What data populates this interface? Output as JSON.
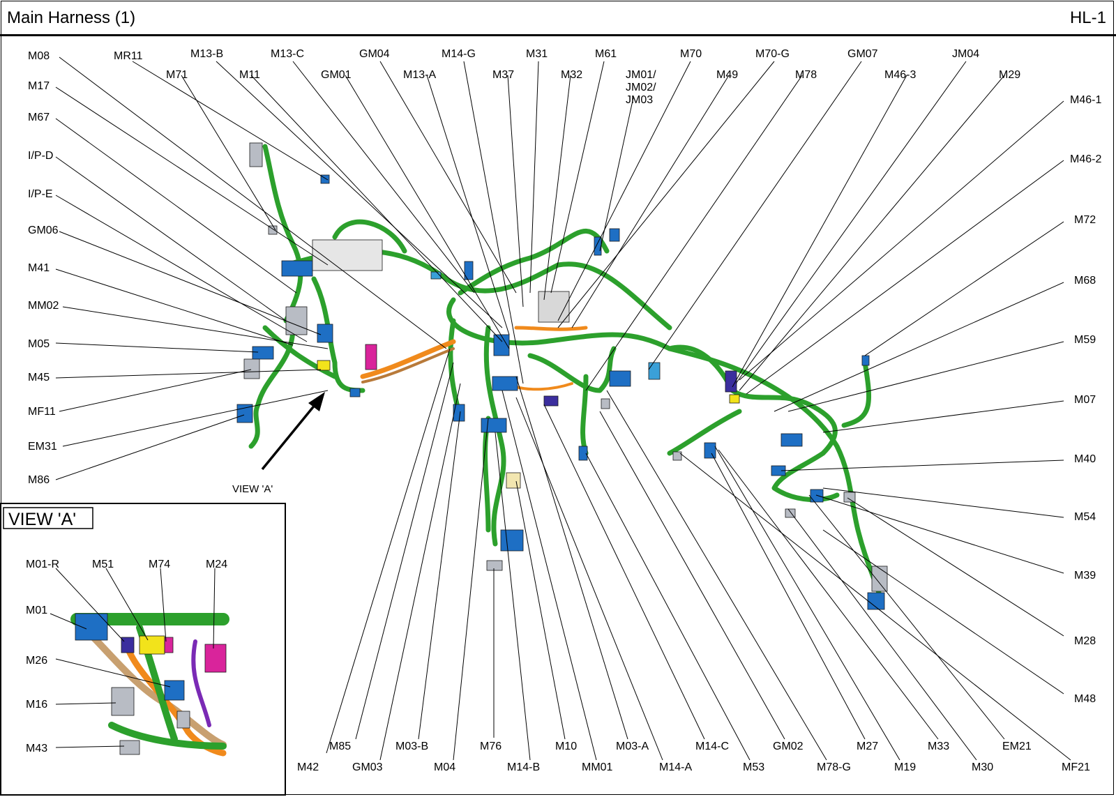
{
  "header": {
    "title": "Main Harness  (1)",
    "page_code": "HL-1"
  },
  "view_arrow_label": "VIEW 'A'",
  "inset": {
    "title": "VIEW 'A'"
  },
  "colors": {
    "harness": "#2ca02c",
    "connector_blue": "#1e6fc4",
    "connector_yellow": "#f2e31b",
    "connector_magenta": "#d9249b",
    "connector_gray": "#b8bcc4",
    "tape_orange": "#f08a1c"
  },
  "labels": [
    {
      "id": "M08",
      "text": "M08"
    },
    {
      "id": "MR11",
      "text": "MR11"
    },
    {
      "id": "M13-B",
      "text": "M13-B"
    },
    {
      "id": "M71",
      "text": "M71"
    },
    {
      "id": "M13-C",
      "text": "M13-C"
    },
    {
      "id": "M11",
      "text": "M11"
    },
    {
      "id": "GM04",
      "text": "GM04"
    },
    {
      "id": "GM01",
      "text": "GM01"
    },
    {
      "id": "M14-G",
      "text": "M14-G"
    },
    {
      "id": "M13-A",
      "text": "M13-A"
    },
    {
      "id": "M31",
      "text": "M31"
    },
    {
      "id": "M37",
      "text": "M37"
    },
    {
      "id": "M61",
      "text": "M61"
    },
    {
      "id": "M32",
      "text": "M32"
    },
    {
      "id": "JM01",
      "text": "JM01/"
    },
    {
      "id": "JM02",
      "text": "JM02/"
    },
    {
      "id": "JM03",
      "text": "JM03"
    },
    {
      "id": "M70",
      "text": "M70"
    },
    {
      "id": "M49",
      "text": "M49"
    },
    {
      "id": "M70-G",
      "text": "M70-G"
    },
    {
      "id": "M78",
      "text": "M78"
    },
    {
      "id": "GM07",
      "text": "GM07"
    },
    {
      "id": "M46-3",
      "text": "M46-3"
    },
    {
      "id": "JM04",
      "text": "JM04"
    },
    {
      "id": "M29",
      "text": "M29"
    },
    {
      "id": "M17",
      "text": "M17"
    },
    {
      "id": "M67",
      "text": "M67"
    },
    {
      "id": "I/P-D",
      "text": "I/P-D"
    },
    {
      "id": "I/P-E",
      "text": "I/P-E"
    },
    {
      "id": "GM06",
      "text": "GM06"
    },
    {
      "id": "M41",
      "text": "M41"
    },
    {
      "id": "MM02",
      "text": "MM02"
    },
    {
      "id": "M05",
      "text": "M05"
    },
    {
      "id": "M45",
      "text": "M45"
    },
    {
      "id": "MF11",
      "text": "MF11"
    },
    {
      "id": "EM31",
      "text": "EM31"
    },
    {
      "id": "M86",
      "text": "M86"
    },
    {
      "id": "M46-1",
      "text": "M46-1"
    },
    {
      "id": "M46-2",
      "text": "M46-2"
    },
    {
      "id": "M72",
      "text": "M72"
    },
    {
      "id": "M68",
      "text": "M68"
    },
    {
      "id": "M59",
      "text": "M59"
    },
    {
      "id": "M07",
      "text": "M07"
    },
    {
      "id": "M40",
      "text": "M40"
    },
    {
      "id": "M54",
      "text": "M54"
    },
    {
      "id": "M39",
      "text": "M39"
    },
    {
      "id": "M28",
      "text": "M28"
    },
    {
      "id": "M48",
      "text": "M48"
    },
    {
      "id": "M42",
      "text": "M42"
    },
    {
      "id": "M85",
      "text": "M85"
    },
    {
      "id": "GM03",
      "text": "GM03"
    },
    {
      "id": "M03-B",
      "text": "M03-B"
    },
    {
      "id": "M04",
      "text": "M04"
    },
    {
      "id": "M76",
      "text": "M76"
    },
    {
      "id": "M14-B",
      "text": "M14-B"
    },
    {
      "id": "M10",
      "text": "M10"
    },
    {
      "id": "MM01",
      "text": "MM01"
    },
    {
      "id": "M03-A",
      "text": "M03-A"
    },
    {
      "id": "M14-A",
      "text": "M14-A"
    },
    {
      "id": "M14-C",
      "text": "M14-C"
    },
    {
      "id": "M53",
      "text": "M53"
    },
    {
      "id": "GM02",
      "text": "GM02"
    },
    {
      "id": "M78-G",
      "text": "M78-G"
    },
    {
      "id": "M27",
      "text": "M27"
    },
    {
      "id": "M19",
      "text": "M19"
    },
    {
      "id": "M33",
      "text": "M33"
    },
    {
      "id": "M30",
      "text": "M30"
    },
    {
      "id": "EM21",
      "text": "EM21"
    },
    {
      "id": "MF21",
      "text": "MF21"
    },
    {
      "id": "M01-R",
      "text": "M01-R"
    },
    {
      "id": "M51",
      "text": "M51"
    },
    {
      "id": "M74",
      "text": "M74"
    },
    {
      "id": "M24",
      "text": "M24"
    },
    {
      "id": "M01",
      "text": "M01"
    },
    {
      "id": "M26",
      "text": "M26"
    },
    {
      "id": "M16",
      "text": "M16"
    },
    {
      "id": "M43",
      "text": "M43"
    }
  ]
}
